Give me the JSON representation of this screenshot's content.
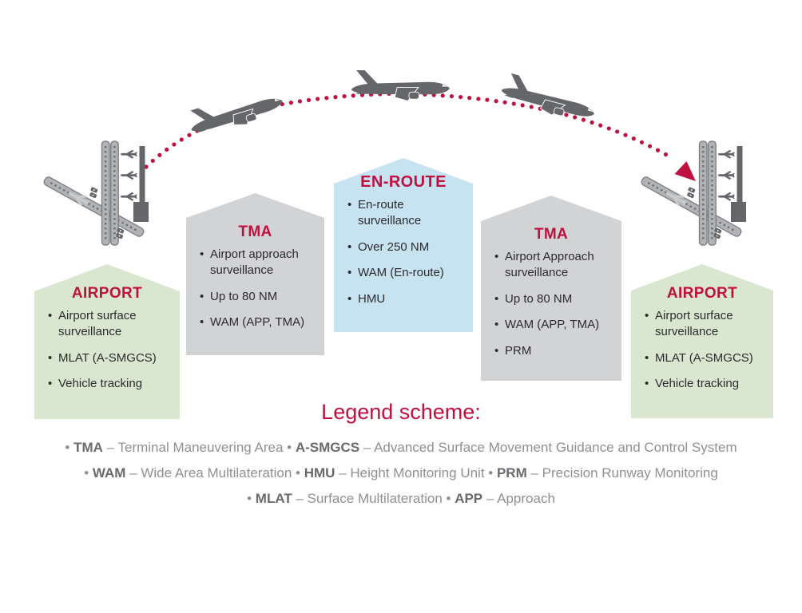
{
  "phases": [
    {
      "id": "airport-left",
      "title": "AIRPORT",
      "fill": "#d9e6d0",
      "bullets": [
        "Airport surface surveillance",
        "MLAT (A-SMGCS)",
        "Vehicle tracking"
      ]
    },
    {
      "id": "tma-left",
      "title": "TMA",
      "fill": "#d2d3d5",
      "bullets": [
        "Airport approach surveillance",
        "Up to 80 NM",
        "WAM (APP, TMA)"
      ]
    },
    {
      "id": "enroute",
      "title": "EN-ROUTE",
      "fill": "#c7e3f1",
      "bullets": [
        "En-route surveillance",
        "Over 250 NM",
        "WAM (En-route)",
        "HMU"
      ]
    },
    {
      "id": "tma-right",
      "title": "TMA",
      "fill": "#d2d3d5",
      "bullets": [
        "Airport Approach surveillance",
        "Up to 80 NM",
        "WAM (APP, TMA)",
        "PRM"
      ]
    },
    {
      "id": "airport-right",
      "title": "AIRPORT",
      "fill": "#d9e6d0",
      "bullets": [
        "Airport surface surveillance",
        "MLAT (A-SMGCS)",
        "Vehicle tracking"
      ]
    }
  ],
  "legend": {
    "title": "Legend scheme:",
    "bullet_char": "•",
    "dash_char": "–",
    "lines": [
      [
        {
          "term": "TMA",
          "def": "Terminal Maneuvering Area"
        },
        {
          "term": "A-SMGCS",
          "def": "Advanced Surface Movement Guidance and Control System"
        }
      ],
      [
        {
          "term": "WAM",
          "def": "Wide Area Multilateration"
        },
        {
          "term": "HMU",
          "def": "Height Monitoring Unit"
        },
        {
          "term": "PRM",
          "def": "Precision Runway Monitoring"
        }
      ],
      [
        {
          "term": "MLAT",
          "def": "Surface Multilateration"
        },
        {
          "term": "APP",
          "def": "Approach"
        }
      ]
    ]
  },
  "colors": {
    "accent_red": "#c01040",
    "plane_gray": "#65666a",
    "runway_gray": "#b2b3b6",
    "faint_gray": "#c9cacc",
    "box_green": "#d9e6d0",
    "box_gray": "#d2d3d5",
    "box_blue": "#c7e3f1",
    "body_text": "#2b2b2d",
    "legend_text": "#8f9093",
    "legend_term": "#696a6e"
  },
  "icons": {
    "airplane-climb-icon": "airliner silhouette climbing after takeoff",
    "airplane-cruise-icon": "airliner silhouette in level cruise",
    "airplane-descent-icon": "airliner silhouette descending to land",
    "airport-map-icon": "top view airport with runways, gates, terminal and vehicles",
    "flight-path-arc-icon": "red dotted flight trajectory arc",
    "flight-path-arrowhead-icon": "red arrowhead pointing to destination airport"
  }
}
